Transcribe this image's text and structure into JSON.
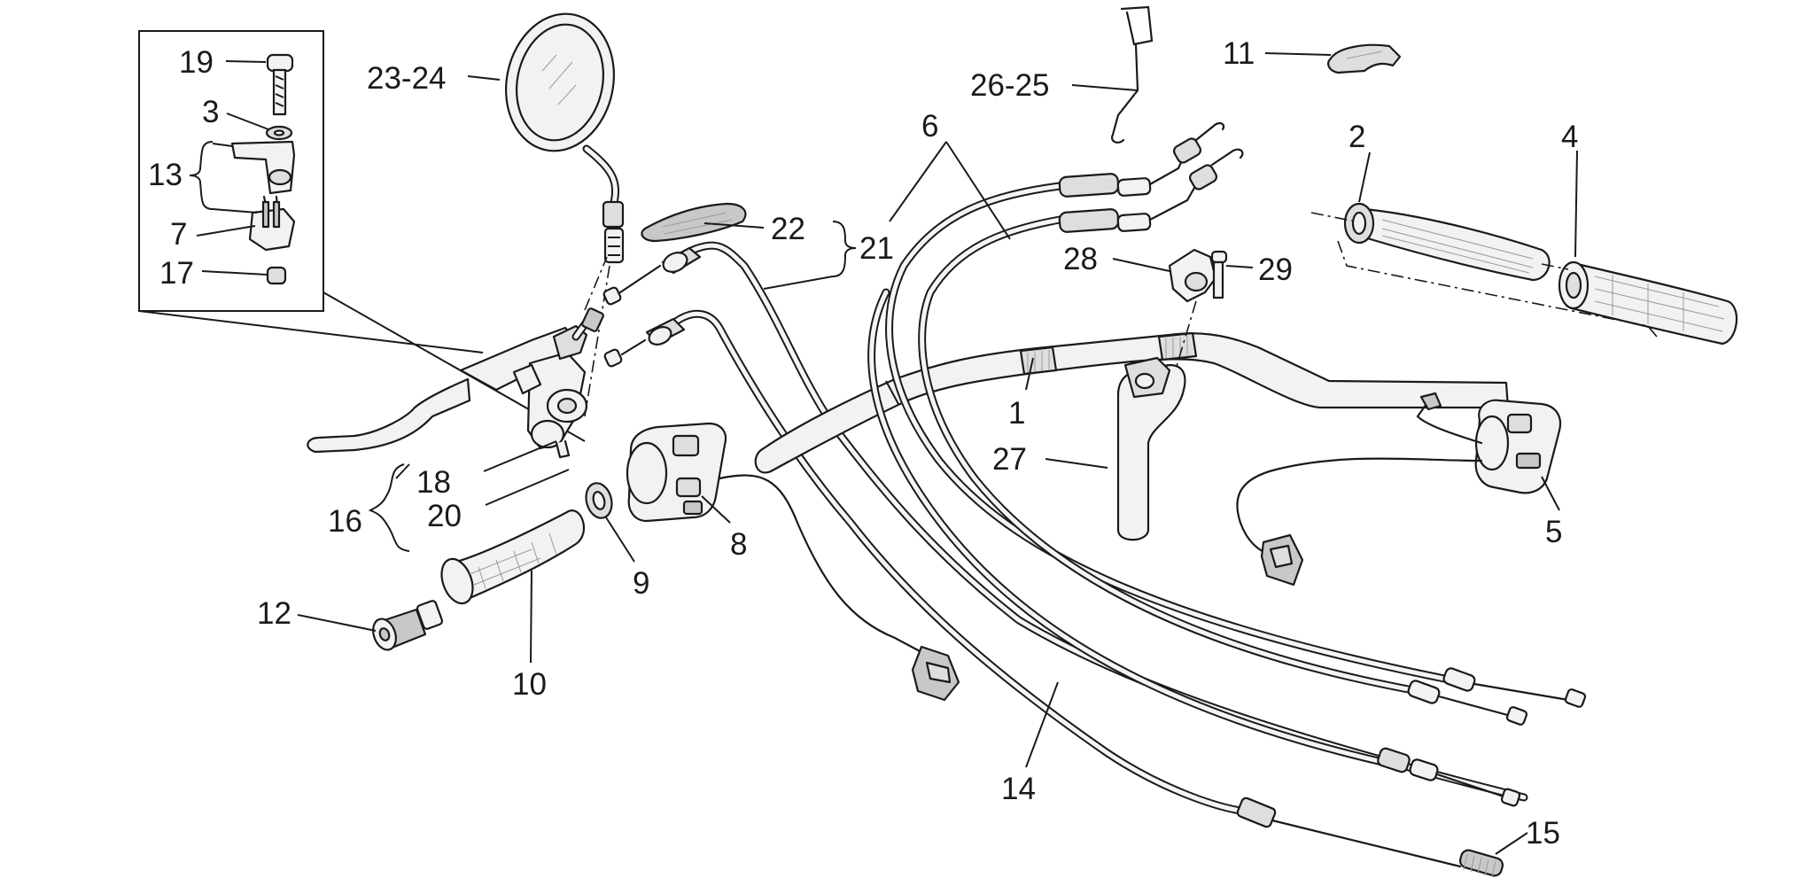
{
  "labels": {
    "p1": "1",
    "p2": "2",
    "p3": "3",
    "p4": "4",
    "p5": "5",
    "p6": "6",
    "p7": "7",
    "p8": "8",
    "p9": "9",
    "p10": "10",
    "p11": "11",
    "p12": "12",
    "p13": "13",
    "p14": "14",
    "p15": "15",
    "p16": "16",
    "p17": "17",
    "p18": "18",
    "p19": "19",
    "p20": "20",
    "p21": "21",
    "p22": "22",
    "p23_24": "23-24",
    "p26_25": "26-25",
    "p27": "27",
    "p28": "28",
    "p29": "29"
  }
}
